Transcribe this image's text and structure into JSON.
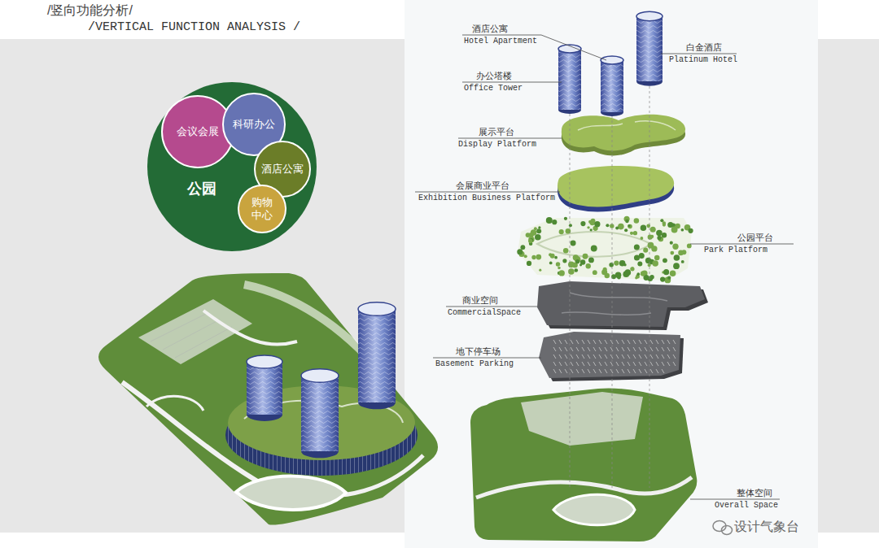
{
  "diagram": {
    "title": "/竖向功能分析/",
    "nodes": [
      {
        "text": [
          "公园"
        ]
      },
      {
        "text": [
          "会议会展"
        ],
        "in": 0
      },
      {
        "text": [
          "科研办公"
        ],
        "in": 0
      },
      {
        "text": [
          "酒店公寓"
        ],
        "in": 0
      },
      {
        "text": [
          "购物 中心"
        ],
        "in": 0
      }
    ],
    "labels": [
      "/VERTICAL FUNCTION ANALYSIS /",
      "酒店公寓",
      "Hotel Apartment",
      "白金酒店",
      "Platinum Hotel",
      "办公塔楼",
      "Office Tower",
      "展示平台",
      "Display Platform",
      "会展商业平台",
      "Exhibition Business Platform",
      "公园平台",
      "Park Platform",
      "商业空间",
      "CommercialSpace",
      "地下停车场",
      "Basement Parking",
      "整体空间",
      "Overall Space",
      "设计气象台"
    ]
  }
}
